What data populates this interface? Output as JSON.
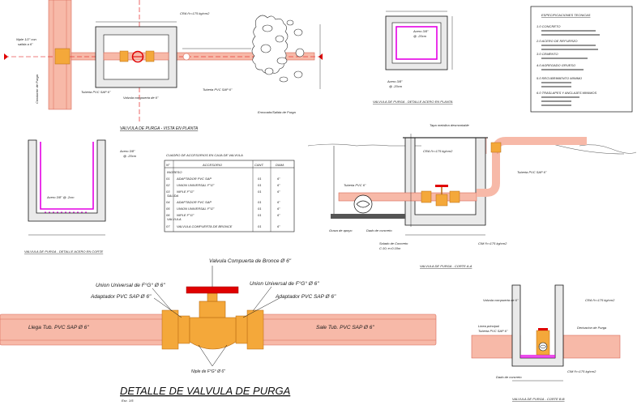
{
  "plan_view": {
    "label_left_top": "Niple 1/2\" con",
    "label_left_top2": "salida a 6\"",
    "label_vertical": "Conductor de Purga",
    "label_pipe": "Tuberia PVC SAP 6\"",
    "label_valve": "Valvula compuerta de 6\"",
    "label_box": "CRA f'c=175 kg/cm2",
    "label_pipe_right": "Tuberia PVC SAP 6\"",
    "label_stone": "Enrocado/Salida de Purga",
    "caption": "VALVULA DE PURGA - VISTA EN PLANTA"
  },
  "rebar_plan": {
    "label_a": "Acero 3/8\"",
    "label_a2": "@ .20cm",
    "label_b": "Acero 3/8\"",
    "label_b2": "@ .20cm",
    "caption": "VALVULA DE PURGA - DETALLE ACERO EN PLANTA"
  },
  "specs": {
    "title": "ESPECIFICACIONES TECNICAS",
    "items": [
      "1.0 CONCRETO",
      "2.0 ACERO DE REFUERZO",
      "3.0 CEMENTO",
      "4.0 AGREGADO GRUESO",
      "5.0 RECUBRIMIENTO MINIMO",
      "6.0 TRASLAPES Y ANCLAJES MINIMOS"
    ]
  },
  "rebar_section": {
    "label_a": "Acero 3/8\"",
    "label_a2": "@ .20cm",
    "label_b": "Acero 3/8\" @ .2cm",
    "caption": "VALVULA DE PURGA - DETALLE ACERO EN CORTE"
  },
  "table": {
    "title": "CUADRO DE ACCESORIOS EN CAJA DE VALVULA",
    "headers": [
      "N°",
      "ACCESORIO",
      "CANT.",
      "DIAM."
    ],
    "group1": "INGRESO",
    "group2": "SALIDA",
    "group3": "VALVULA",
    "rows": [
      [
        "01",
        "ADAPTADOR PVC SAP",
        "01",
        "6\""
      ],
      [
        "02",
        "UNION UNIVERSAL F°G°",
        "01",
        "6\""
      ],
      [
        "03",
        "NIPLE F°G°",
        "01",
        "6\""
      ],
      [
        "04",
        "ADAPTADOR PVC SAP",
        "01",
        "6\""
      ],
      [
        "05",
        "UNION UNIVERSAL F°G°",
        "01",
        "6\""
      ],
      [
        "06",
        "NIPLE F°G°",
        "01",
        "6\""
      ],
      [
        "07",
        "VALVULA COMPUERTA DE BRONCE",
        "01",
        "6\""
      ]
    ]
  },
  "section_a": {
    "label_lid": "Tapa metalica desmontable",
    "label_box": "CRA f'c=175 kg/cm2",
    "label_pipe_in": "Tuberia PVC 6\"",
    "label_pipe_out": "Tuberia PVC SAP 6\"",
    "label_support": "Dado de concreto",
    "label_gravel": "Grava de apoyo",
    "label_cimiento": "Solado de Concreto",
    "label_cimiento2": "C:10; e=0.10m",
    "label_box2": "CIM f'c=175 kg/cm2",
    "caption": "VALVULA DE PURGA - CORTE A-A"
  },
  "detail": {
    "label_valve": "Valvula Compuerta de Bronce Ø 6\"",
    "label_union_l": "Union Universal de F°G° Ø 6\"",
    "label_union_r": "Union Universal de F°G° Ø 6\"",
    "label_adapt_l": "Adaptador PVC SAP Ø 6\"",
    "label_adapt_r": "Adaptador PVC SAP Ø 6\"",
    "label_in": "Llega Tub. PVC SAP Ø 6\"",
    "label_out": "Sale Tub. PVC SAP Ø 6\"",
    "label_niple": "Niple de F°G° Ø 6\"",
    "title": "DETALLE DE VALVULA DE PURGA",
    "scale": "Esc. 1/5"
  },
  "section_b": {
    "label_valve": "Valvula compuerta de 6\"",
    "label_pipe": "Linea principal",
    "label_pipe2": "Tuberia PVC SAP 6\"",
    "label_box": "CRA f'c=175 kg/cm2",
    "label_out": "Derivacion de Purga",
    "label_dado": "Dado de concreto",
    "label_cim": "CIM f'c=175 kg/cm2",
    "caption": "VALVULA DE PURGA - CORTE B-B"
  }
}
